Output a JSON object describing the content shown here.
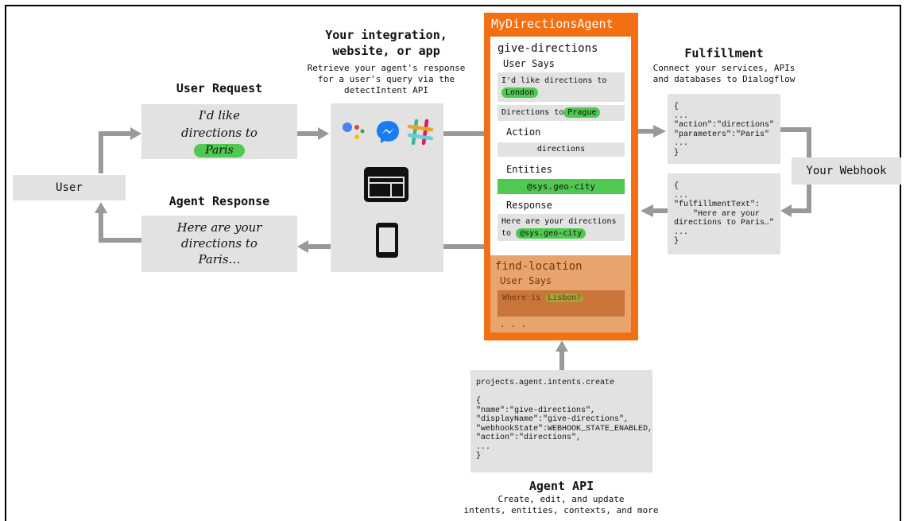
{
  "user": {
    "label": "User"
  },
  "user_request": {
    "heading": "User Request",
    "line1": "I'd like",
    "line2": "directions to",
    "highlight": "Paris"
  },
  "agent_response": {
    "heading": "Agent Response",
    "lines": [
      "Here are your",
      "directions to",
      "Paris…"
    ]
  },
  "integration": {
    "heading_lines": [
      "Your integration,",
      "website, or app"
    ],
    "desc_lines": [
      "Retrieve your agent's response",
      "for a user's query via the",
      "detectIntent API"
    ],
    "icons": [
      "google-assistant-icon",
      "messenger-icon",
      "slack-icon",
      "web-browser-icon",
      "mobile-phone-icon"
    ]
  },
  "agent": {
    "title": "MyDirectionsAgent",
    "give_directions": {
      "name": "give-directions",
      "user_says_label": "User Says",
      "phrase1_text": "I'd like directions to",
      "phrase1_highlight": "London",
      "phrase2_text": "Directions to",
      "phrase2_highlight": "Prague",
      "action_label": "Action",
      "action_value": "directions",
      "entities_label": "Entities",
      "entity_value": "@sys.geo-city",
      "response_label": "Response",
      "response_text_line1": "Here are your directions",
      "response_text_line2": "to",
      "response_highlight": "@sys.geo-city"
    },
    "find_location": {
      "name": "find-location",
      "user_says_label": "User Says",
      "phrase_text": "Where is",
      "phrase_highlight": "Lisbon?",
      "more": ". . ."
    }
  },
  "fulfillment": {
    "heading": "Fulfillment",
    "desc_lines": [
      "Connect your services, APIs",
      "and databases to Dialogflow"
    ],
    "request_code": [
      "{",
      "...",
      "\"action\":\"directions\"",
      "\"parameters\":\"Paris\"",
      "...",
      "}"
    ],
    "response_code": [
      "{",
      "...",
      "\"fulfillmentText\":",
      "    \"Here are your",
      "directions to Paris…\"",
      "...",
      "}"
    ]
  },
  "webhook": {
    "label": "Your Webhook"
  },
  "agent_api": {
    "heading": "Agent API",
    "desc_lines": [
      "Create, edit, and update",
      "intents, entities, contexts, and more"
    ],
    "code": [
      "projects.agent.intents.create",
      "",
      "{",
      "\"name\":\"give-directions\",",
      "\"displayName\":\"give-directions\",",
      "\"webhookState\":WEBHOOK_STATE_ENABLED,",
      "\"action\":\"directions\",",
      "...",
      "}"
    ]
  },
  "colors": {
    "agent_orange": "#f26f13",
    "find_location_bg": "#e9a46e",
    "find_location_phrase_bg": "#c9753a",
    "pill_green": "#4fc94f",
    "box_gray": "#e2e2e2",
    "arrow_gray": "#999999"
  }
}
